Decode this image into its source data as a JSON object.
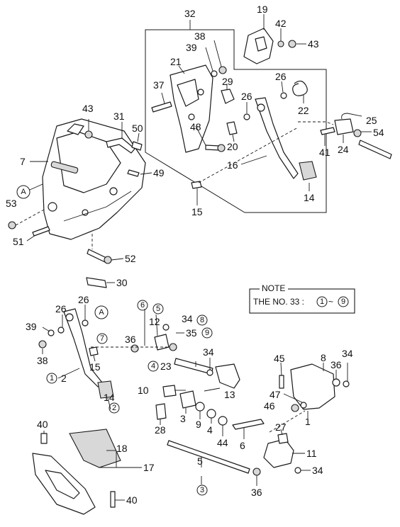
{
  "labels": {
    "l1": "1",
    "l2": "2",
    "l3": "3",
    "l4": "4",
    "l5": "5",
    "l6": "6",
    "l7": "7",
    "l8": "8",
    "l9": "9",
    "l10": "10",
    "l11": "11",
    "l12": "12",
    "l13": "13",
    "l14": "14",
    "l15": "15",
    "l16": "16",
    "l17": "17",
    "l18": "18",
    "l19": "19",
    "l20": "20",
    "l21": "21",
    "l22": "22",
    "l23": "23",
    "l24": "24",
    "l25": "25",
    "l26": "26",
    "l27": "27",
    "l28": "28",
    "l29": "29",
    "l30": "30",
    "l31": "31",
    "l32": "32",
    "l34": "34",
    "l35": "35",
    "l36": "36",
    "l37": "37",
    "l38": "38",
    "l39": "39",
    "l40": "40",
    "l41": "41",
    "l42": "42",
    "l43": "43",
    "l44": "44",
    "l45": "45",
    "l46": "46",
    "l47": "47",
    "l48": "48",
    "l49": "49",
    "l50": "50",
    "l51": "51",
    "l52": "52",
    "l53": "53",
    "l54": "54"
  },
  "circled": {
    "c1": "1",
    "c2": "2",
    "c3": "3",
    "c4": "4",
    "c5": "5",
    "c6": "6",
    "c7": "7",
    "c8": "8",
    "c9": "9",
    "cA": "A"
  },
  "note": {
    "title": "NOTE",
    "text_prefix": "THE NO. 33 :",
    "range_from": "1",
    "range_sep": "~",
    "range_to": "9"
  }
}
